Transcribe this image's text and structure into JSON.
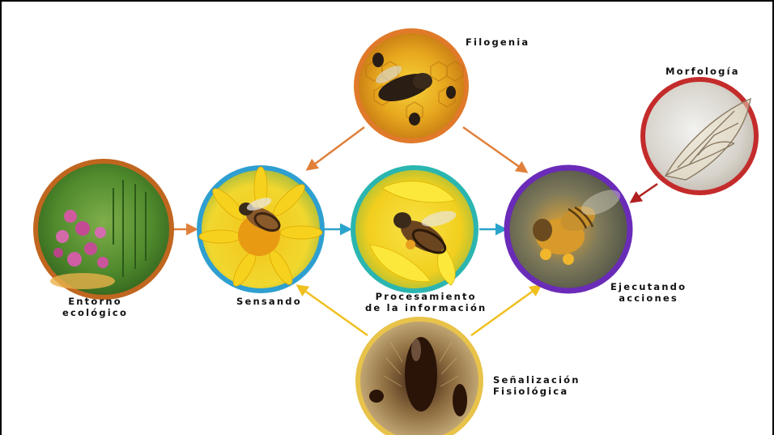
{
  "nodes": {
    "filogenia": {
      "label": "Filogenia",
      "ring": "#e07a2a"
    },
    "morfologia": {
      "label": "Morfología",
      "ring": "#c42b2b"
    },
    "entorno": {
      "label": "Entorno\necológico",
      "ring": "#c0661f"
    },
    "sensando": {
      "label": "Sensando",
      "ring": "#2e9fd0"
    },
    "procesamiento": {
      "label": "Procesamiento\nde la información",
      "ring": "#2bb5b0"
    },
    "ejecutando": {
      "label": "Ejecutando\nacciones",
      "ring": "#6a2bb8"
    },
    "senalizacion": {
      "label": "Señalización\nFisiológica",
      "ring": "#e8c34a"
    }
  },
  "arrow_colors": {
    "orange": "#e0803a",
    "blue": "#2aa3cc",
    "yellow": "#f0c020",
    "red": "#b02020"
  }
}
